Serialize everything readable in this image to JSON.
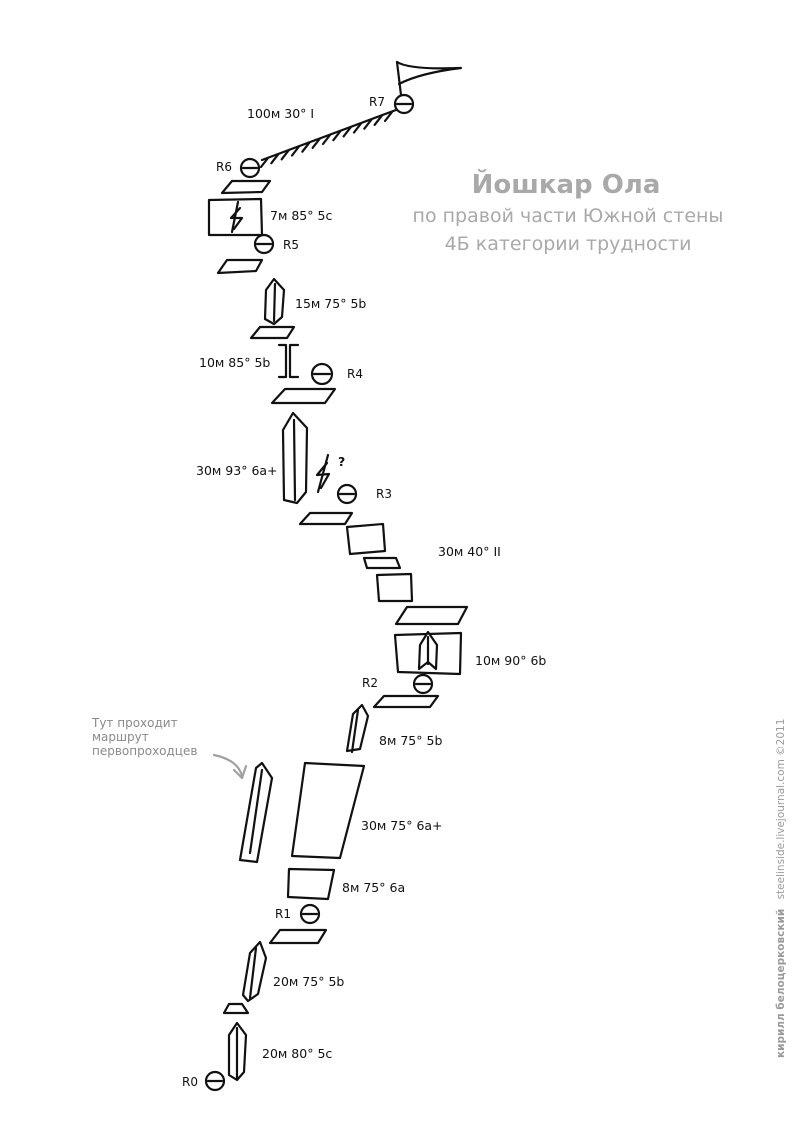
{
  "title": "Йошкар Ола",
  "subtitle1": "по правой части Южной стены",
  "subtitle2": "4Б категории трудности",
  "note": [
    "Тут проходит",
    "маршрут",
    "первопроходцев"
  ],
  "credit": {
    "author": "кирилл белоцерковский",
    "site": "steelinside.livejournal.com ©2011"
  },
  "anchors": {
    "r0": "R0",
    "r1": "R1",
    "r2": "R2",
    "r3": "R3",
    "r4": "R4",
    "r5": "R5",
    "r6": "R6",
    "r7": "R7"
  },
  "pitches": {
    "p1": "20м 80° 5c",
    "p2": "20м 75° 5b",
    "p3": "8м 75° 6a",
    "p4": "30м 75° 6a+",
    "p5": "8м 75° 5b",
    "p6": "10м 90° 6b",
    "p7": "30м 40° II",
    "p8": "30м 93° 6a+",
    "p9": "10м 85° 5b",
    "p10": "15м 75° 5b",
    "p11": "7м 85° 5c",
    "p12": "100м 30° I"
  },
  "question_mark": "?"
}
